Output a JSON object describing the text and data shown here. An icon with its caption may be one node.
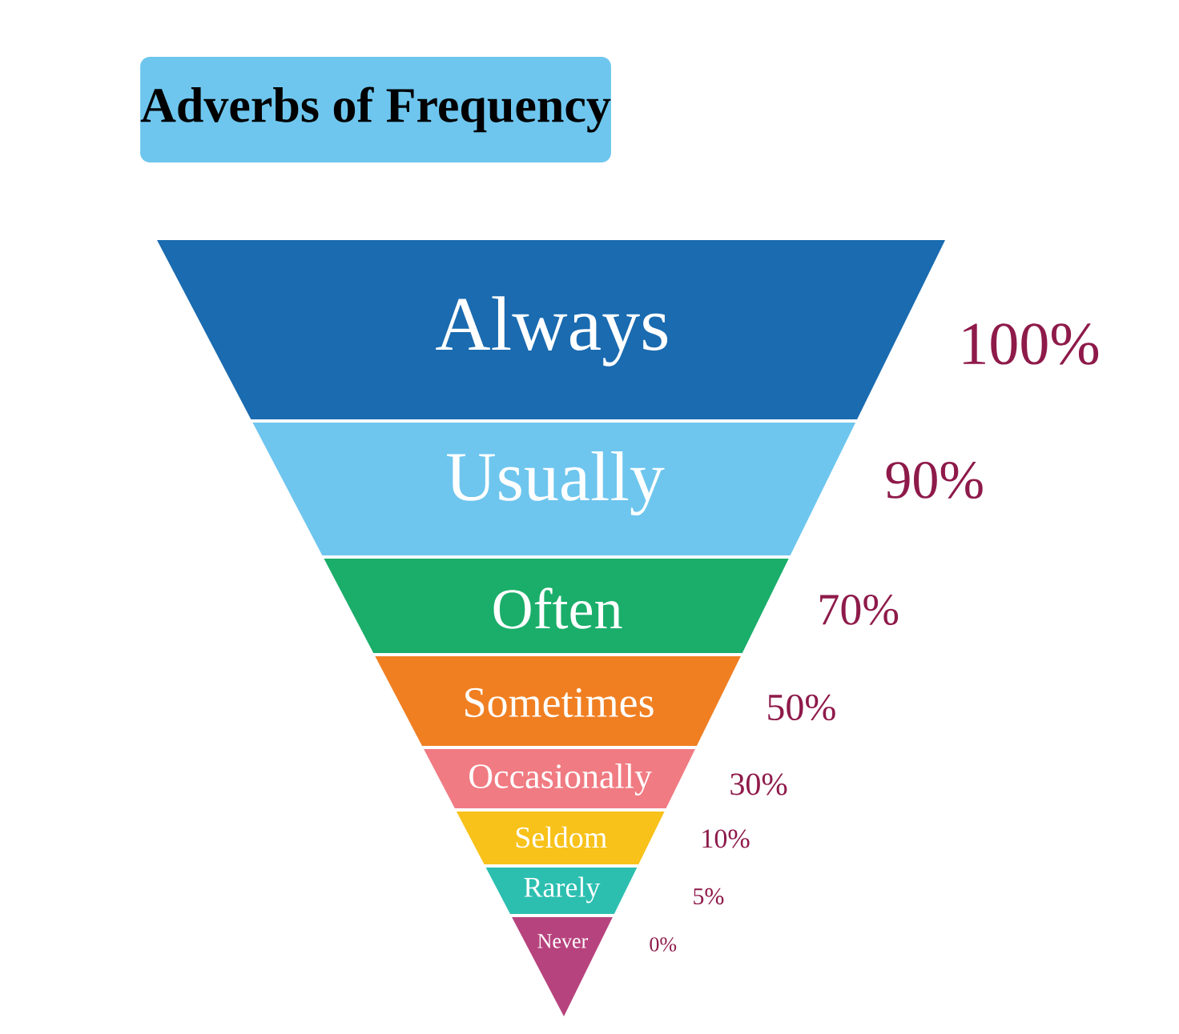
{
  "diagram": {
    "title": "Adverbs of Frequency",
    "nodes": [
      {
        "text": [
          "Always"
        ],
        "beside": [
          "100%"
        ]
      },
      {
        "text": [
          "Usually"
        ],
        "beside": [
          "90%"
        ]
      },
      {
        "text": [
          "Often"
        ],
        "beside": [
          "70%"
        ]
      },
      {
        "text": [
          "Sometimes"
        ],
        "beside": [
          "50%"
        ]
      },
      {
        "text": [
          "Occasionally"
        ],
        "beside": [
          "30%"
        ]
      },
      {
        "text": [
          "Seldom"
        ],
        "beside": [
          "10%"
        ]
      },
      {
        "text": [
          "Rarely"
        ],
        "beside": [
          "5%"
        ]
      },
      {
        "text": [
          "Never"
        ],
        "beside": [
          "0%"
        ]
      }
    ]
  }
}
